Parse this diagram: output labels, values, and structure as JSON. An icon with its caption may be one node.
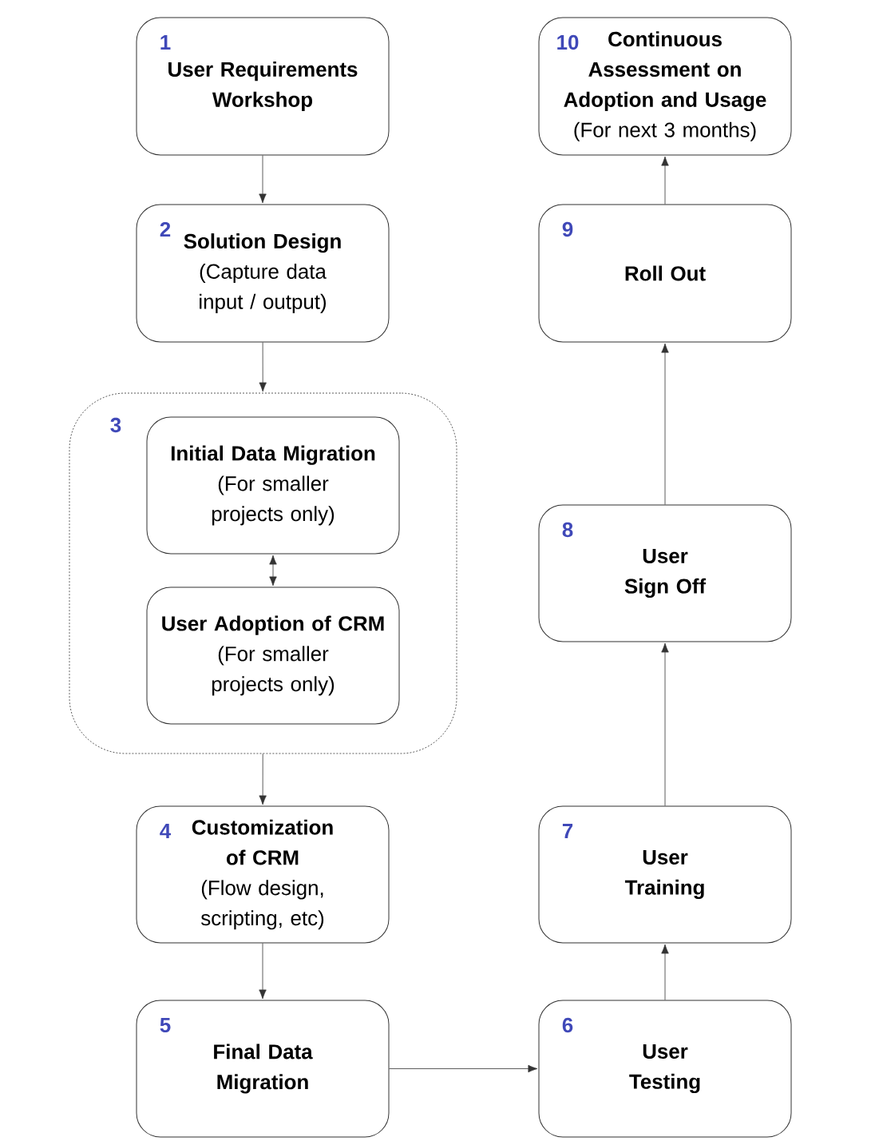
{
  "diagram": {
    "nodes": [
      {
        "text": [
          "1",
          "User Requirements Workshop"
        ]
      },
      {
        "text": [
          "2",
          "Solution Design",
          "(Capture data input / output)"
        ]
      },
      {
        "text": [
          "3"
        ]
      },
      {
        "text": [
          "Initial Data Migration",
          "(For smaller projects only)"
        ],
        "in": 2
      },
      {
        "text": [
          "User Adoption of CRM",
          "(For smaller projects only)"
        ],
        "in": 2
      },
      {
        "text": [
          "4",
          "Customization of CRM",
          "(Flow design, scripting, etc)"
        ]
      },
      {
        "text": [
          "5",
          "Final Data Migration"
        ]
      },
      {
        "text": [
          "6",
          "User Testing"
        ]
      },
      {
        "text": [
          "7",
          "User Training"
        ]
      },
      {
        "text": [
          "8",
          "User Sign Off"
        ]
      },
      {
        "text": [
          "9",
          "Roll Out"
        ]
      },
      {
        "text": [
          "10",
          "Continuous Assessment on Adoption and Usage",
          "(For next 3 months)"
        ]
      }
    ],
    "edges": [
      {
        "from": 0,
        "to": 1,
        "arrow": "to"
      },
      {
        "from": 1,
        "to": 2,
        "arrow": "to"
      },
      {
        "from": 3,
        "to": 4,
        "arrow": "both"
      },
      {
        "from": 2,
        "to": 5,
        "arrow": "to"
      },
      {
        "from": 5,
        "to": 6,
        "arrow": "to"
      },
      {
        "from": 6,
        "to": 7,
        "arrow": "to"
      },
      {
        "from": 7,
        "to": 8,
        "arrow": "to"
      },
      {
        "from": 8,
        "to": 9,
        "arrow": "to"
      },
      {
        "from": 9,
        "to": 10,
        "arrow": "to"
      },
      {
        "from": 10,
        "to": 11,
        "arrow": "to"
      }
    ]
  }
}
